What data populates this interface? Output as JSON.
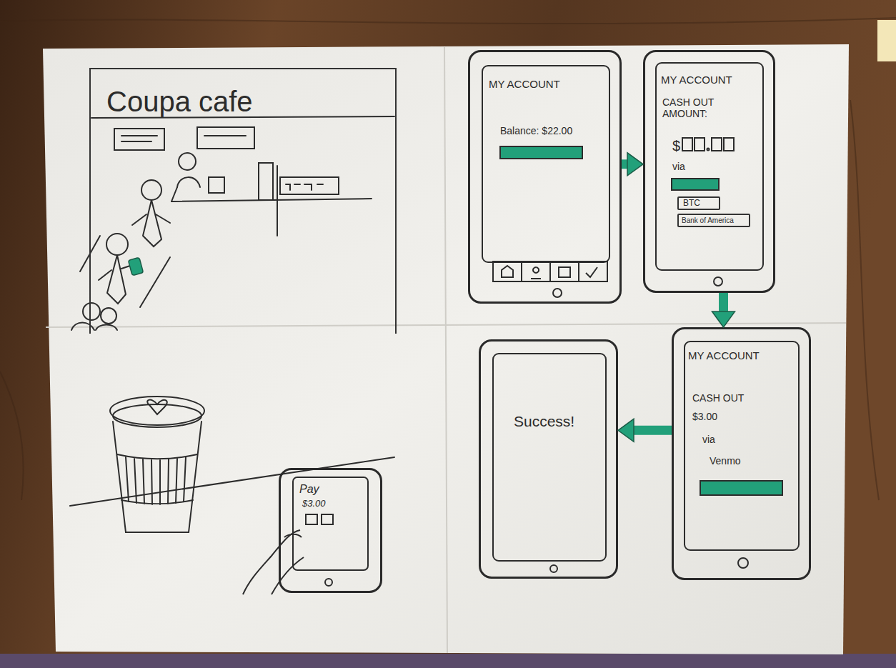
{
  "diagram": {
    "nodes": [
      {
        "text": [
          "Coupa cafe"
        ]
      },
      {
        "text": [
          "MY ACCOUNT",
          "Balance: $22.00"
        ]
      },
      {
        "text": [
          "MY ACCOUNT",
          "CASH OUT AMOUNT:",
          "$",
          "via"
        ]
      },
      {
        "text": [
          "BTC"
        ],
        "in": 2
      },
      {
        "text": [
          "Bank of America"
        ],
        "in": 2
      },
      {
        "text": [
          "Pay",
          "$3.00"
        ]
      },
      {
        "text": [
          "Success!"
        ]
      },
      {
        "text": [
          "MY ACCOUNT",
          "CASH OUT",
          "$3.00",
          "via",
          "Venmo"
        ]
      }
    ],
    "edges": [
      {
        "from": 1,
        "to": 2,
        "arrow": "to"
      },
      {
        "from": 2,
        "to": 7,
        "arrow": "to"
      },
      {
        "from": 7,
        "to": 6,
        "arrow": "to"
      }
    ]
  }
}
